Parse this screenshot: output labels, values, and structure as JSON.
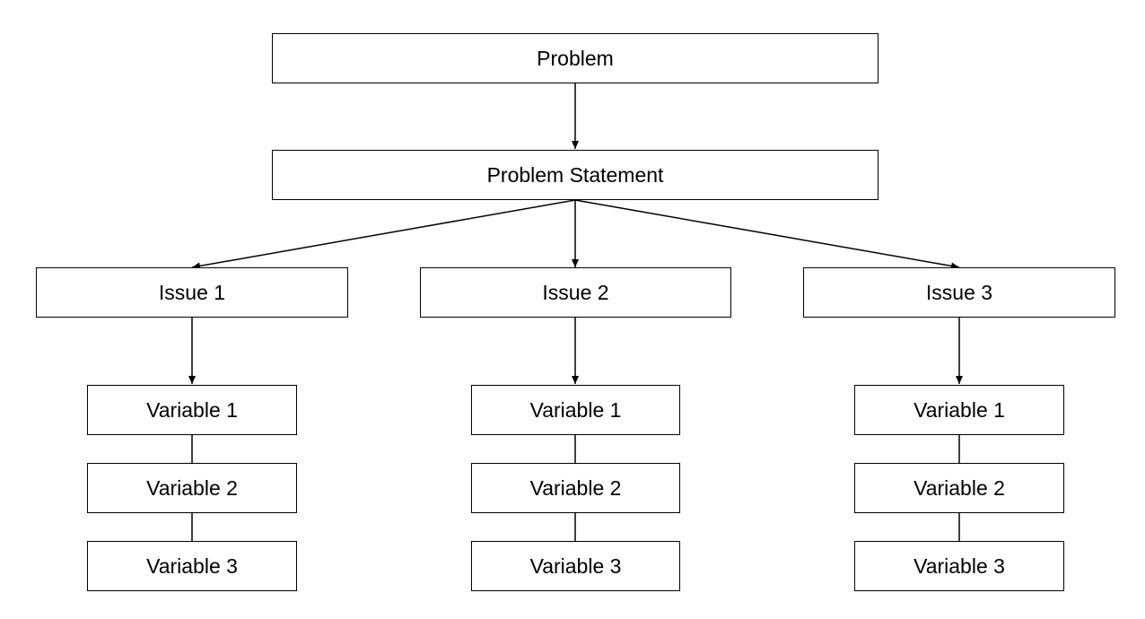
{
  "diagram": {
    "root": {
      "label": "Problem"
    },
    "statement": {
      "label": "Problem Statement"
    },
    "issues": [
      {
        "label": "Issue 1",
        "variables": [
          "Variable 1",
          "Variable 2",
          "Variable 3"
        ]
      },
      {
        "label": "Issue 2",
        "variables": [
          "Variable 1",
          "Variable 2",
          "Variable 3"
        ]
      },
      {
        "label": "Issue 3",
        "variables": [
          "Variable 1",
          "Variable 2",
          "Variable 3"
        ]
      }
    ],
    "colors": {
      "stroke": "#000000",
      "fill": "#ffffff",
      "text": "#000000"
    }
  }
}
